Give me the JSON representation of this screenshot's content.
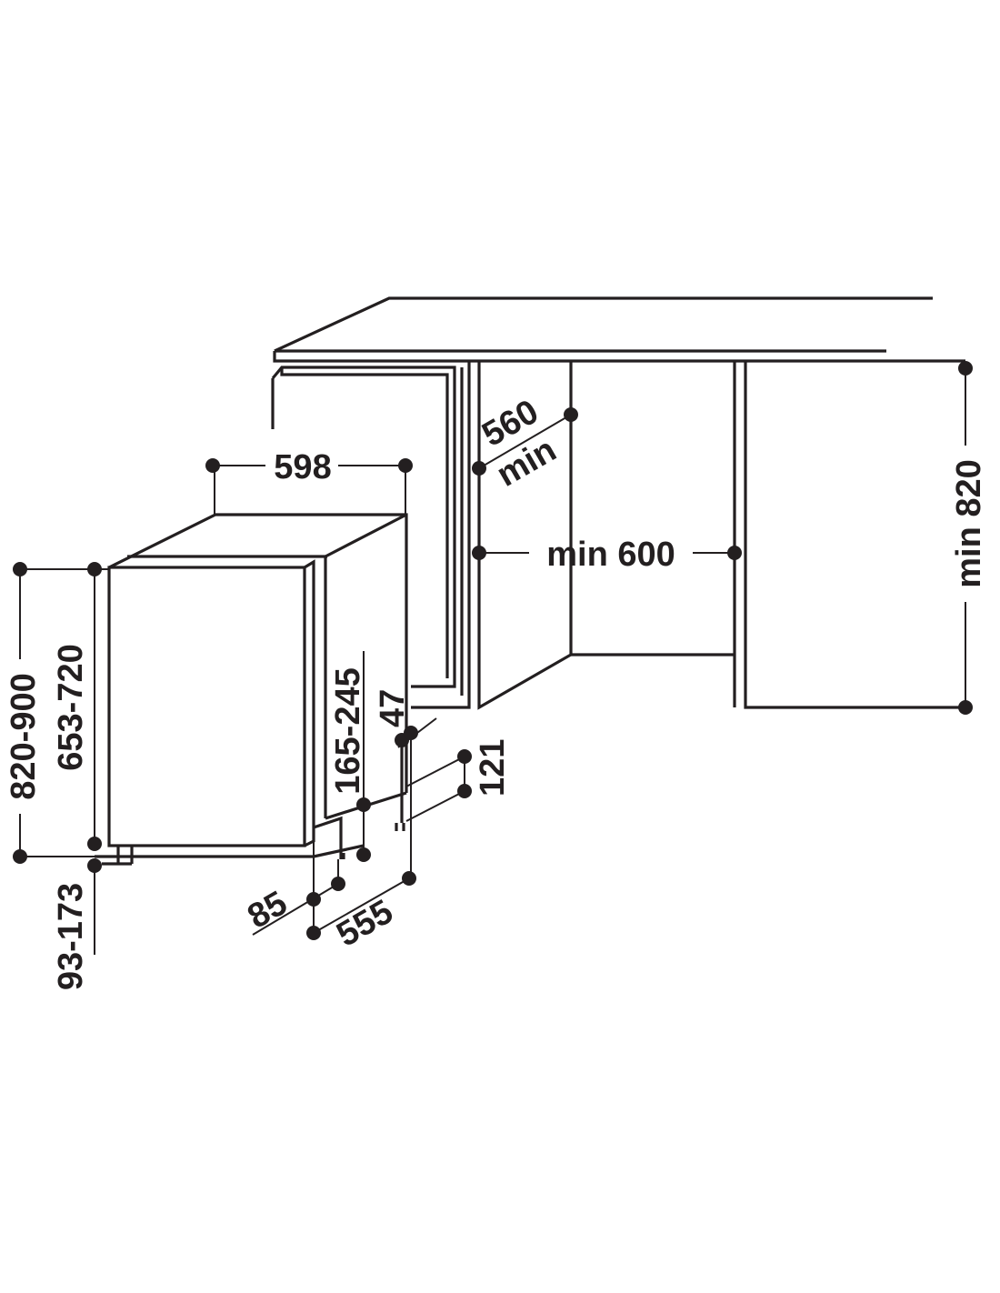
{
  "diagram": {
    "labels": {
      "width": "598",
      "cabinet_depth_min": "560",
      "cabinet_depth_min_word": "min",
      "niche_width": "min 600",
      "niche_height": "min 820",
      "total_height": "820-900",
      "body_height": "653-720",
      "plinth_height": "93-173",
      "door_gap": "165-245",
      "toe_clearance": "47",
      "foot_height": "121",
      "foot_setback": "85",
      "depth": "555"
    },
    "colors": {
      "line": "#231f20",
      "background": "#ffffff"
    }
  }
}
